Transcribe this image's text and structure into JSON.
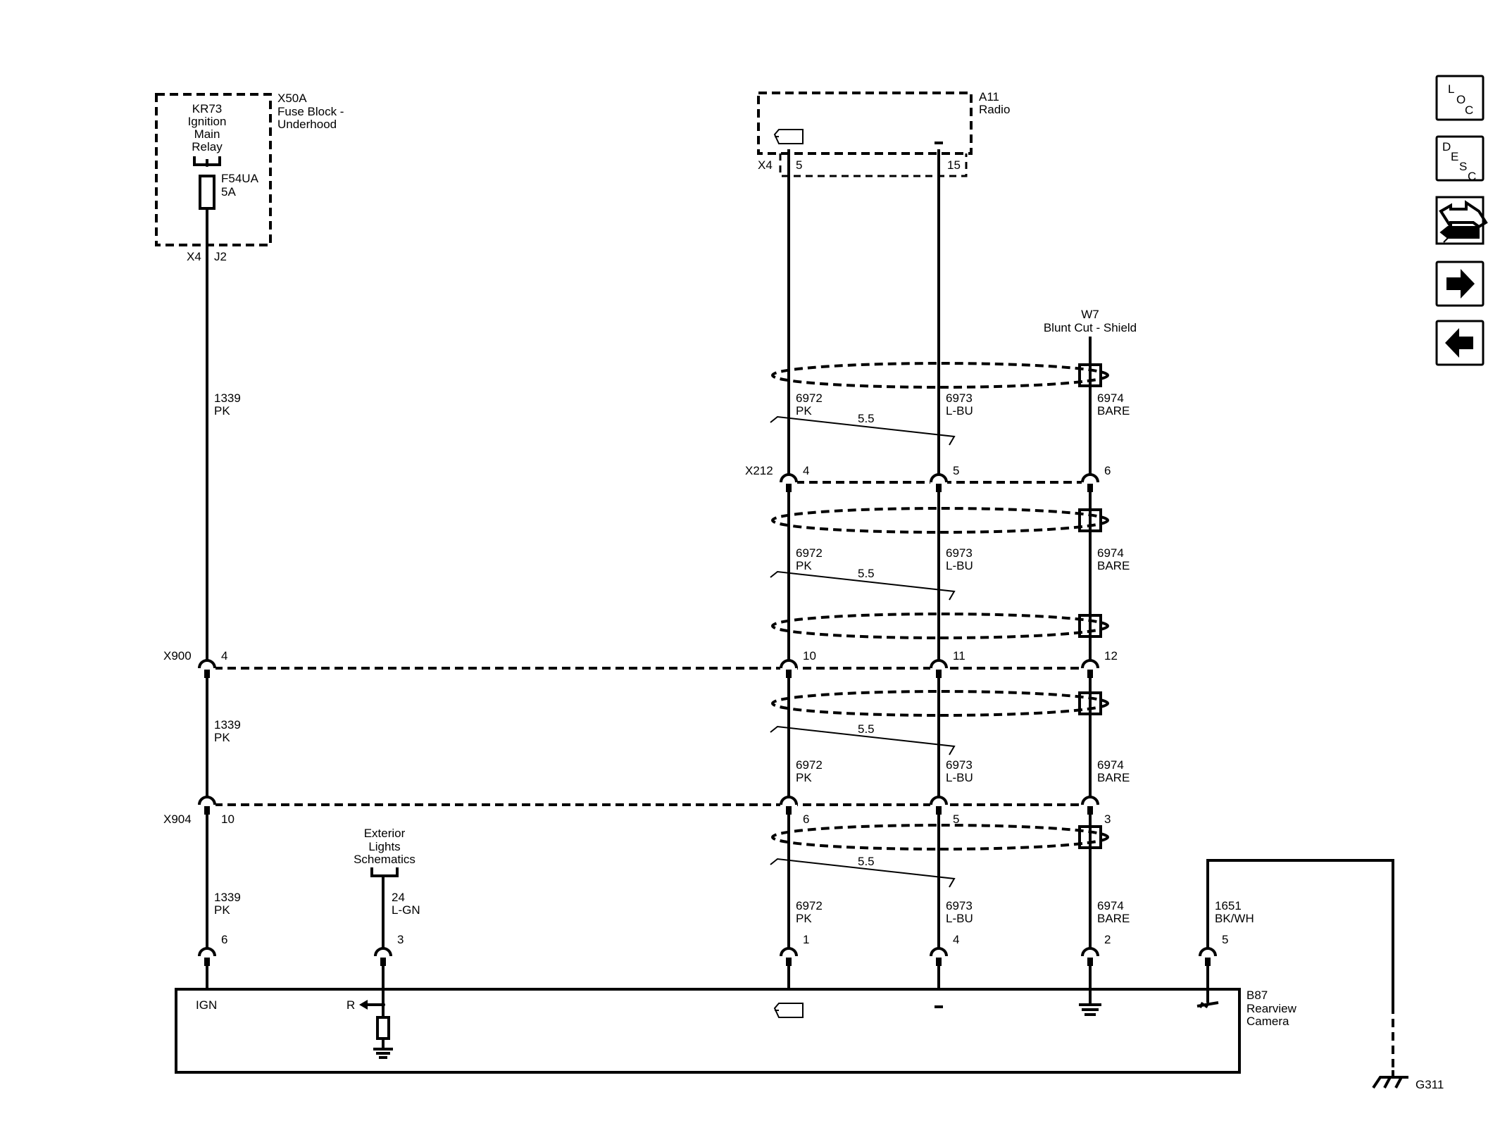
{
  "components": {
    "fuse_block": {
      "ref": "X50A",
      "name_line1": "Fuse Block -",
      "name_line2": "Underhood"
    },
    "relay": {
      "line1": "KR73",
      "line2": "Ignition",
      "line3": "Main",
      "line4": "Relay"
    },
    "fuse": {
      "ref": "F54UA",
      "rating": "5A"
    },
    "radio": {
      "ref": "A11",
      "name": "Radio",
      "connector": "X4",
      "pin_video": "5",
      "pin_ground": "15"
    },
    "shield": {
      "ref": "W7",
      "name": "Blunt Cut - Shield"
    },
    "camera": {
      "ref": "B87",
      "name_line1": "Rearview",
      "name_line2": "Camera",
      "ign_label": "IGN",
      "r_label": "R"
    },
    "ground": {
      "ref": "G311"
    },
    "exterior": {
      "line1": "Exterior",
      "line2": "Lights",
      "line3": "Schematics"
    }
  },
  "connectors": {
    "fuse_out": {
      "conn": "X4",
      "pin": "J2"
    },
    "x212": {
      "ref": "X212",
      "pins": [
        "4",
        "5",
        "6"
      ]
    },
    "x900": {
      "ref": "X900",
      "pins": [
        "4",
        "10",
        "11",
        "12"
      ]
    },
    "x904": {
      "ref": "X904",
      "pins": [
        "10",
        "6",
        "5",
        "3"
      ]
    },
    "camera_pins": [
      "6",
      "3",
      "1",
      "4",
      "2",
      "5"
    ]
  },
  "wires": {
    "w1339": {
      "circuit": "1339",
      "color": "PK"
    },
    "w24": {
      "circuit": "24",
      "color": "L-GN"
    },
    "w6972": {
      "circuit": "6972",
      "color": "PK"
    },
    "w6973": {
      "circuit": "6973",
      "color": "L-BU"
    },
    "w6974": {
      "circuit": "6974",
      "color": "BARE"
    },
    "w1651": {
      "circuit": "1651",
      "color": "BK/WH"
    },
    "twist": "5.5"
  },
  "nav": {
    "loc": {
      "l1": "L",
      "l2": "O",
      "l3": "C"
    },
    "desc": {
      "l1": "D",
      "l2": "E",
      "l3": "S",
      "l4": "C"
    },
    "icons": [
      "connector-repair-icon",
      "next-page-arrow-icon",
      "previous-page-arrow-icon"
    ]
  }
}
